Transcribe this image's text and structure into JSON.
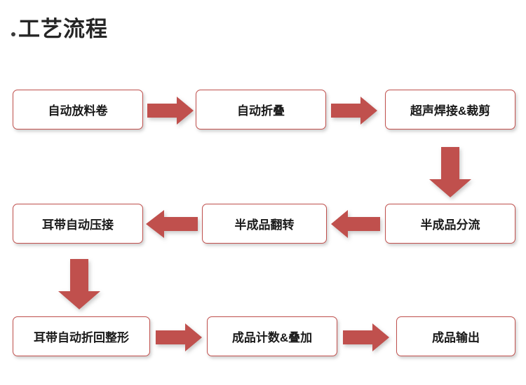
{
  "title": {
    "text": "工艺流程",
    "bullet": "bullet-dot"
  },
  "colors": {
    "box_border": "#c0504d",
    "arrow_fill": "#c0504d",
    "text": "#1a1a1a",
    "background": "#ffffff"
  },
  "nodes": [
    {
      "id": "n1",
      "label": "自动放料卷"
    },
    {
      "id": "n2",
      "label": "自动折叠"
    },
    {
      "id": "n3",
      "label": "超声焊接&裁剪"
    },
    {
      "id": "n4",
      "label": "半成品分流"
    },
    {
      "id": "n5",
      "label": "半成品翻转"
    },
    {
      "id": "n6",
      "label": "耳带自动压接"
    },
    {
      "id": "n7",
      "label": "耳带自动折回整形"
    },
    {
      "id": "n8",
      "label": "成品计数&叠加"
    },
    {
      "id": "n9",
      "label": "成品输出"
    }
  ],
  "arrows": [
    {
      "id": "a1",
      "from": "n1",
      "to": "n2",
      "direction": "right"
    },
    {
      "id": "a2",
      "from": "n2",
      "to": "n3",
      "direction": "right"
    },
    {
      "id": "a3",
      "from": "n3",
      "to": "n4",
      "direction": "down"
    },
    {
      "id": "a4",
      "from": "n4",
      "to": "n5",
      "direction": "left"
    },
    {
      "id": "a5",
      "from": "n5",
      "to": "n6",
      "direction": "left"
    },
    {
      "id": "a6",
      "from": "n6",
      "to": "n7",
      "direction": "down"
    },
    {
      "id": "a7",
      "from": "n7",
      "to": "n8",
      "direction": "right"
    },
    {
      "id": "a8",
      "from": "n8",
      "to": "n9",
      "direction": "right"
    }
  ]
}
